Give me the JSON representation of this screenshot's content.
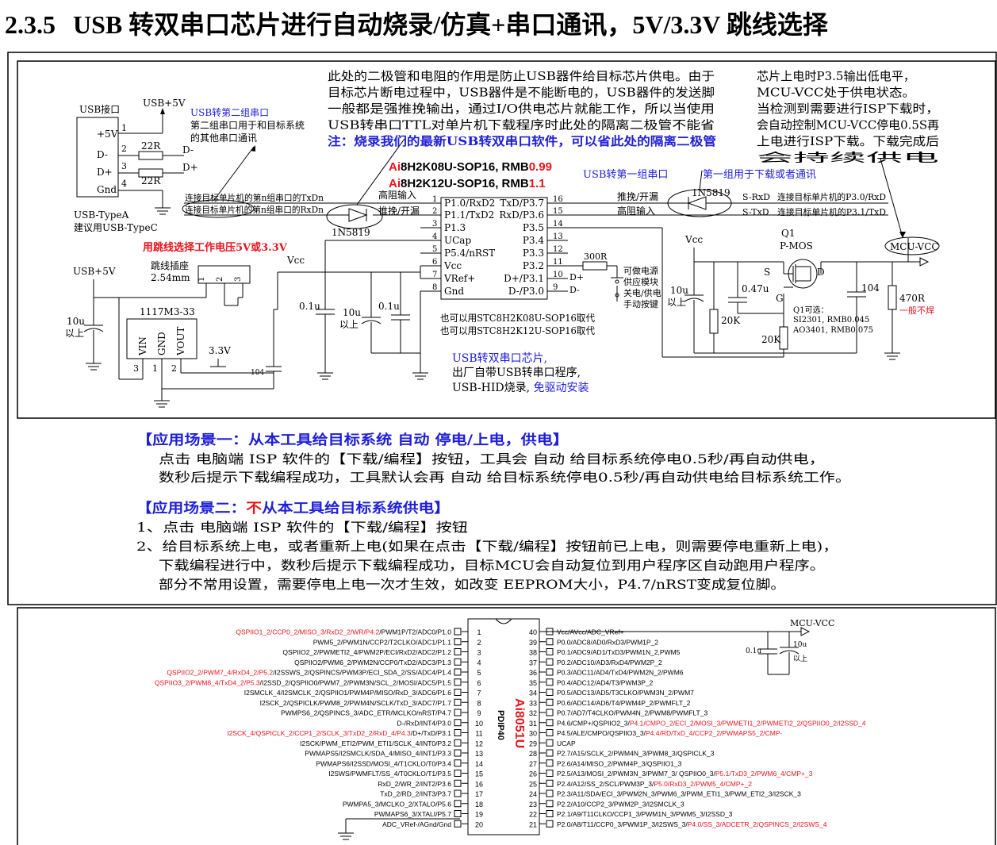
{
  "title": {
    "number": "2.3.5",
    "text": "USB 转双串口芯片进行自动烧录/仿真+串口通讯，5V/3.3V 跳线选择"
  },
  "schematic": {
    "usb_connector": "USB接口",
    "usb_5v_label": "USB+5V",
    "usb_pins": [
      "+5V",
      "D-",
      "D+",
      "Gnd"
    ],
    "usb_pin_numbers": [
      "1",
      "2",
      "3",
      "4"
    ],
    "res_22r_1": "22R",
    "res_22r_2": "22R",
    "dminus": "D-",
    "dplus": "D+",
    "usb_typea": "USB-TypeA",
    "usb_typec": "建议用USB-TypeC",
    "second_port_title": "USB转第二组串口",
    "second_port_desc1": "第二组串口用于和目标系统",
    "second_port_desc2": "的其他串口通讯",
    "txdn_label": "连接目标单片机的第n组串口的TxDn",
    "rxdn_label": "连接目标单片机的第n组串口的RxDn",
    "note_lines": [
      "此处的二极管和电阻的作用是防止USB器件给目标芯片供电。由于",
      "目标芯片断电过程中，USB器件是不能断电的，USB器件的发送脚",
      "一般都是强推挽输出，通过I/O供电芯片就能工作，所以当使用",
      "USB转串口TTL对单片机下载程序时此处的隔离二极管不能省"
    ],
    "note_highlight": "注：烧录我们的最新USB转双串口软件，可以省此处的隔离二极管",
    "chip1": {
      "prefix": "Ai",
      "name": "8H2K08U-SOP16, RMB",
      "price": "0.99"
    },
    "chip2": {
      "prefix": "Ai",
      "name": "8H2K12U-SOP16, RMB",
      "price": "1.1"
    },
    "first_port_title": "USB转第一组串口",
    "first_port_desc": "第一组用于下载或者通讯",
    "high_input": "高阻输入",
    "push_pull": "推挽/开漏",
    "push_pull_right": "推挽/开漏",
    "high_input_right": "高阻输入",
    "diode_left": "1N5819",
    "diode_right": "1N5819",
    "srxd": "S-RxD",
    "stxd": "S-TxD",
    "p30_label": "连接目标单片机的P3.0/RxD",
    "p31_label": "连接目标单片机的P3.1/TxD",
    "ic_left_pins": [
      {
        "num": "1",
        "name": "P1.0/RxD2"
      },
      {
        "num": "2",
        "name": "P1.1/TxD2"
      },
      {
        "num": "3",
        "name": "P1.3"
      },
      {
        "num": "4",
        "name": "UCap"
      },
      {
        "num": "5",
        "name": "P5.4/nRST"
      },
      {
        "num": "6",
        "name": "Vcc"
      },
      {
        "num": "7",
        "name": "VRef+"
      },
      {
        "num": "8",
        "name": "Gnd"
      }
    ],
    "ic_right_pins": [
      {
        "num": "16",
        "name": "TxD/P3.7"
      },
      {
        "num": "15",
        "name": "RxD/P3.6"
      },
      {
        "num": "14",
        "name": "P3.5"
      },
      {
        "num": "13",
        "name": "P3.4"
      },
      {
        "num": "12",
        "name": "P3.3"
      },
      {
        "num": "11",
        "name": "P3.2"
      },
      {
        "num": "10",
        "name": "D+/P3.1"
      },
      {
        "num": "9",
        "name": "D-/P3.0"
      }
    ],
    "right_dplus": "D+",
    "right_dminus": "D-",
    "alt_chip1": "也可以用STC8H2K08U-SOP16取代",
    "alt_chip2": "也可以用STC8H2K12U-SOP16取代",
    "usb_chip_title": "USB转双串口芯片,",
    "usb_chip_line2": "出厂自带USB转串口程序,",
    "usb_chip_line3a": "USB-HID烧录, ",
    "usb_chip_line3b": "免驱动安装",
    "res_300r": "300R",
    "button_note": [
      "可做电源",
      "供应模块",
      "关电/供电",
      "手动按键"
    ],
    "jumper_title": "用跳线选择工作电压5V或3.3V",
    "jumper_socket": "跳线插座",
    "jumper_pitch": "2.54mm",
    "jumper_pins": [
      "1",
      "2",
      "3"
    ],
    "vcc_label": "Vcc",
    "usb5v_2": "USB+5V",
    "cap_10u_left": "10u",
    "cap_10u_left_note": "以上",
    "reg_name": "1117M3-33",
    "reg_pins": [
      "VIN",
      "GND",
      "VOUT"
    ],
    "reg_pin_nums": [
      "3",
      "1",
      "2"
    ],
    "v33": "3.3V",
    "cap_104_small": "104",
    "cap_01u_1": "0.1u",
    "cap_10u_mid": "10u",
    "cap_10u_mid_note": "以上",
    "cap_01u_2": "0.1u",
    "right_notes": [
      "芯片上电时P3.5输出低电平，",
      "MCU-VCC处于供电状态。",
      "当检测到需要进行ISP下载时，",
      "会自动控制MCU-VCC停电0.5S再",
      "上电进行ISP下载。下载完成后",
      "会持续供电"
    ],
    "mcu_vcc": "MCU-VCC",
    "q1": "Q1",
    "pmos": "P-MOS",
    "vcc_right": "Vcc",
    "s": "S",
    "d": "D",
    "g": "G",
    "cap_10u_right": "10u",
    "cap_10u_right_note": "以上",
    "cap_047u": "0.47u",
    "res_20k_1": "20K",
    "res_20k_2": "20K",
    "q1_opt": "Q1可选：",
    "q1_opt1": "SI2301, RMB0.045",
    "q1_opt2": "AO3401, RMB0.075",
    "cap_104_right": "104",
    "res_470r": "470R",
    "res_470r_note": "一般不焊"
  },
  "scenarios": {
    "s1_title": "【应用场景一：从本工具给目标系统 自动 停电/上电，供电】",
    "s1_line1": "点击 电脑端 ISP 软件的【下载/编程】按钮，工具会 自动 给目标系统停电0.5秒/再自动供电，",
    "s1_line2": "数秒后提示下载编程成功，工具默认会再 自动 给目标系统停电0.5秒/再自动供电给目标系统工作。",
    "s2_title_a": "【应用场景二：",
    "s2_title_b": "不",
    "s2_title_c": "从本工具给目标系统供电】",
    "s2_line1": "1、点击 电脑端 ISP 软件的【下载/编程】按钮",
    "s2_line2": "2、给目标系统上电，或者重新上电(如果在点击【下载/编程】按钮前已上电，则需要停电重新上电)，",
    "s2_line3": "下载编程进行中，数秒后提示下载编程成功，目标MCU会自动复位到用户程序区自动跑用户程序。",
    "s2_line4": "部分不常用设置，需要停电上电一次才生效，如改变 EEPROM大小，P4.7/nRST变成复位脚。"
  },
  "pinout": {
    "chip_name": "Ai8051U",
    "package": "PDIP40",
    "mcu_vcc": "MCU-VCC",
    "cap_01u": "0.1u",
    "cap_10u": "10u",
    "cap_10u_note": "以上",
    "left": [
      {
        "num": "1",
        "red": "QSPIIO1_2/CCP0_2/MISO_3/RxD2_2/WR/P4.2",
        "black": "/PWM1P/T2/ADC0/P1.0"
      },
      {
        "num": "2",
        "red": "",
        "black": "PWM5_2/PWM1N/CCP2/T2CLKO/ADC1/P1.1"
      },
      {
        "num": "3",
        "red": "",
        "black": "QSPIIO2_2/PWMETI2_4/PWM2P/ECI/RxD2/ADC2/P1.2"
      },
      {
        "num": "4",
        "red": "",
        "black": "QSPIIO2/PWM6_2/PWM2N/CCP0/TxD2/ADC3/P1.3"
      },
      {
        "num": "5",
        "red": "QSPIIO2_2/PWM7_4/RxD4_2/P5.2",
        "black": "/I2SSWS_2/QSPINCS/PWM3P/ECI_SDA_2/SS/ADC4/P1.4"
      },
      {
        "num": "6",
        "red": "QSPIIO3_2/PWM8_4/TxD4_2/P5.3",
        "black": "/I2SSD_2/QSPIIO0/PWM7_2/PWM3N/SCL_2/MOSI/ADC5/P1.5"
      },
      {
        "num": "7",
        "red": "",
        "black": "I2SMCLK_4/I2SMCLK_2/QSPIIO1/PWM4P/MISO/RxD_3/ADC6/P1.6"
      },
      {
        "num": "8",
        "red": "",
        "black": "I2SCK_2/QSPICLK/PWM8_2/PWM4N/SCLK/TxD_3/ADC7/P1.7"
      },
      {
        "num": "9",
        "red": "",
        "black": "PWMPS6_2/QSPINCS_3/ADC_ETR/MCLKO/nRST/P4.7"
      },
      {
        "num": "10",
        "red": "",
        "black": "D-/RxD/INT4/P3.0"
      },
      {
        "num": "11",
        "red": "I2SCK_4/QSPICLK_2/CCP1_2/SCLK_3/TxD2_2/RxD_4/P4.3",
        "black": "/D+/TxD/P3.1"
      },
      {
        "num": "12",
        "red": "",
        "black": "I2SCK/PWM_ETI2/PWM_ETI1/SCLK_4/INT0/P3.2"
      },
      {
        "num": "13",
        "red": "",
        "black": "PWMAPS5/I2SMCLK/SDA_4/MISO_4/INT1/P3.3"
      },
      {
        "num": "14",
        "red": "",
        "black": "PWMAPS6/I2SSD/MOSI_4/T1CKLO/T0/P3.4"
      },
      {
        "num": "15",
        "red": "",
        "black": "I2SWS/PWMFLT/SS_4/T0CKLO/T1/P3.5"
      },
      {
        "num": "16",
        "red": "",
        "black": "RxD_2/WR_2/INT2/P3.6"
      },
      {
        "num": "17",
        "red": "",
        "black": "TxD_2/RD_2/INT3/P3.7"
      },
      {
        "num": "18",
        "red": "",
        "black": "PWMPA5_3/MCLKO_2/XTALO/P5.6"
      },
      {
        "num": "19",
        "red": "",
        "black": "PWMAPS6_3/XTALI/P5.7"
      },
      {
        "num": "20",
        "red": "",
        "black": "ADC_VRef-/AGnd/Gnd"
      }
    ],
    "right": [
      {
        "num": "40",
        "black": "Vcc/AVcc/ADC_VRef+",
        "red": ""
      },
      {
        "num": "39",
        "black": "P0.0/ADC8/AD0/RxD3/PWM1P_2",
        "red": ""
      },
      {
        "num": "38",
        "black": "P0.1/ADC9/AD1/TxD3/PWM1N_2,PWM5",
        "red": ""
      },
      {
        "num": "37",
        "black": "P0.2/ADC10/AD3/RxD4/PWM2P_2",
        "red": ""
      },
      {
        "num": "36",
        "black": "P0.3/ADC11/AD4/TxD4/PWM2N_2/PWM6",
        "red": ""
      },
      {
        "num": "35",
        "black": "P0.4/ADC12/AD4/T3/PWM3P_2",
        "red": ""
      },
      {
        "num": "34",
        "black": "P0.5/ADC13/AD5/T3CLKO/PWM3N_2/PWM7",
        "red": ""
      },
      {
        "num": "33",
        "black": "P0.6/ADC14/AD6/T4/PWM4P_2/PWMFLT_2",
        "red": ""
      },
      {
        "num": "32",
        "black": "P0.7/AD7/T4CLKO/PWM4N_2/PWM8/PWMFLT_3",
        "red": ""
      },
      {
        "num": "31",
        "black": "P4.6/CMP+/QSPIIO2_3/",
        "red": "P4.1/CMPO_2/ECI_2/MOSI_3/PWMETI1_2/PWMETI2_2/QSPIIO0_2/I2SSD_4"
      },
      {
        "num": "30",
        "black": "P4.5/ALE/CMPO/QSPIIO3_3/",
        "red": "P4.4/RD/TxD_4/CCP2_2/PWMAPS5_2/CMP-"
      },
      {
        "num": "29",
        "black": "UCAP",
        "red": ""
      },
      {
        "num": "28",
        "black": "P2.7/A15/SCLK_2/PWM4N_3/PWM8_3/QSPICLK_3",
        "red": ""
      },
      {
        "num": "27",
        "black": "P2.6/A14/MISO_2/PWM4P_3/QSPIIO1_3",
        "red": ""
      },
      {
        "num": "26",
        "black": "P2.5/A13/MOSI_2/PWM3N_3/PWM7_3/ QSPIIO0_3/",
        "red": "P5.1/TxD3_2/PWM6_4/CMP+_3"
      },
      {
        "num": "25",
        "black": "P2.4/A12/SS_2/SCL/PWM3P_3/",
        "red": "P5.0/RxD3_2/PWM5_4/CMP+_2"
      },
      {
        "num": "24",
        "black": "P2.3/A11/SDA/ECI_3/PWM2N_3/PWM6_3/PWM_ETI1_3/PWM_ETI2_3/I2SCK_3",
        "red": ""
      },
      {
        "num": "23",
        "black": "P2.2/A10/CCP2_3/PWM2P_3/I2SMCLK_3",
        "red": ""
      },
      {
        "num": "22",
        "black": "P2.1/A9/T11CLKO/CCP1_3/PWM1N_3/PWM5_3/I2SSD_3",
        "red": ""
      },
      {
        "num": "21",
        "black": "P2.0/A8/T11/CCP0_3/PWM1P_3/I2SWS_3/",
        "red": "P4.0/SS_3/ADCETR_2/QSPINCS_2/I2SWS_4"
      }
    ]
  },
  "colors": {
    "red": "#e8141c",
    "blue": "#1f1fd8",
    "ink": "#000000"
  }
}
